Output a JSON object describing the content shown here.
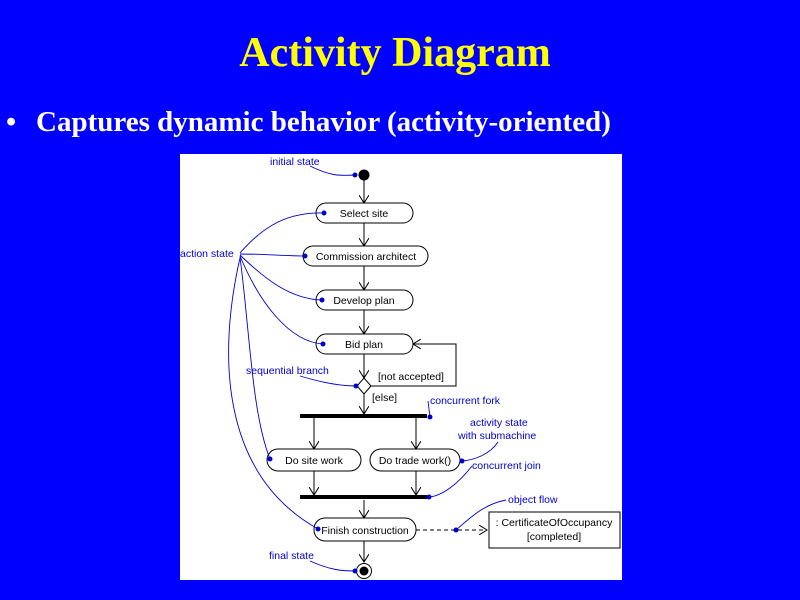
{
  "slide": {
    "title": "Activity Diagram",
    "bullet": "•",
    "bullet_text": "Captures dynamic behavior (activity-oriented)"
  },
  "diagram": {
    "activities": {
      "select_site": "Select site",
      "commission_architect": "Commission architect",
      "develop_plan": "Develop plan",
      "bid_plan": "Bid plan",
      "do_site_work": "Do site work",
      "do_trade_work": "Do trade work()",
      "finish_construction": "Finish construction"
    },
    "guards": {
      "not_accepted": "[not accepted]",
      "else": "[else]"
    },
    "object": {
      "name": ": CertificateOfOccupancy",
      "state": "[completed]"
    },
    "annotations": {
      "initial_state": "initial state",
      "action_state": "action state",
      "sequential_branch": "sequential branch",
      "concurrent_fork": "concurrent fork",
      "activity_state_line1": "activity state",
      "activity_state_line2": "with submachine",
      "concurrent_join": "concurrent join",
      "object_flow": "object flow",
      "final_state": "final state"
    },
    "colors": {
      "slide_background": "#0000FF",
      "title": "#FFFF00",
      "annotation": "#0000CC"
    }
  }
}
